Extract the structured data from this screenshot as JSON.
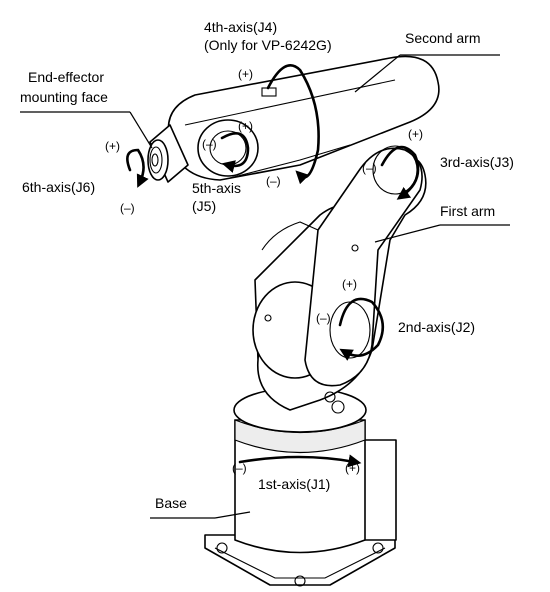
{
  "labels": {
    "j4_line1": "4th-axis(J4)",
    "j4_line2": "(Only for VP-6242G)",
    "second_arm": "Second arm",
    "end_effector_line1": "End-effector",
    "end_effector_line2": "mounting face",
    "j6": "6th-axis(J6)",
    "j5_line1": "5th-axis",
    "j5_line2": "(J5)",
    "j3": "3rd-axis(J3)",
    "first_arm": "First arm",
    "j2": "2nd-axis(J2)",
    "j1": "1st-axis(J1)",
    "base": "Base"
  },
  "signs": {
    "plus": "(+)",
    "minus": "(–)"
  },
  "icons": {
    "rotation_arrow": "rotation-arrow-icon"
  }
}
